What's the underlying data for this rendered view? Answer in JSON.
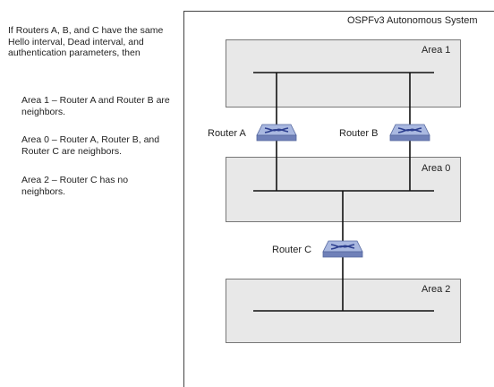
{
  "intro_text": "If Routers A, B, and C have the same Hello interval, Dead interval, and authentication parameters, then",
  "results": [
    "Area 1 – Router A and Router B are neighbors.",
    "Area 0 – Router A, Router B, and Router C are neighbors.",
    "Area 2 – Router C has no neighbors."
  ],
  "diagram": {
    "title": "OSPFv3 Autonomous System",
    "areas": [
      "Area 1",
      "Area 0",
      "Area 2"
    ],
    "routers": [
      "Router A",
      "Router B",
      "Router C"
    ],
    "colors": {
      "area_fill": "#e8e8e8",
      "router_top": "#a9b8e0",
      "router_side": "#6f80b8",
      "router_arrows": "#2d3f8f"
    },
    "icon": "router-icon"
  }
}
